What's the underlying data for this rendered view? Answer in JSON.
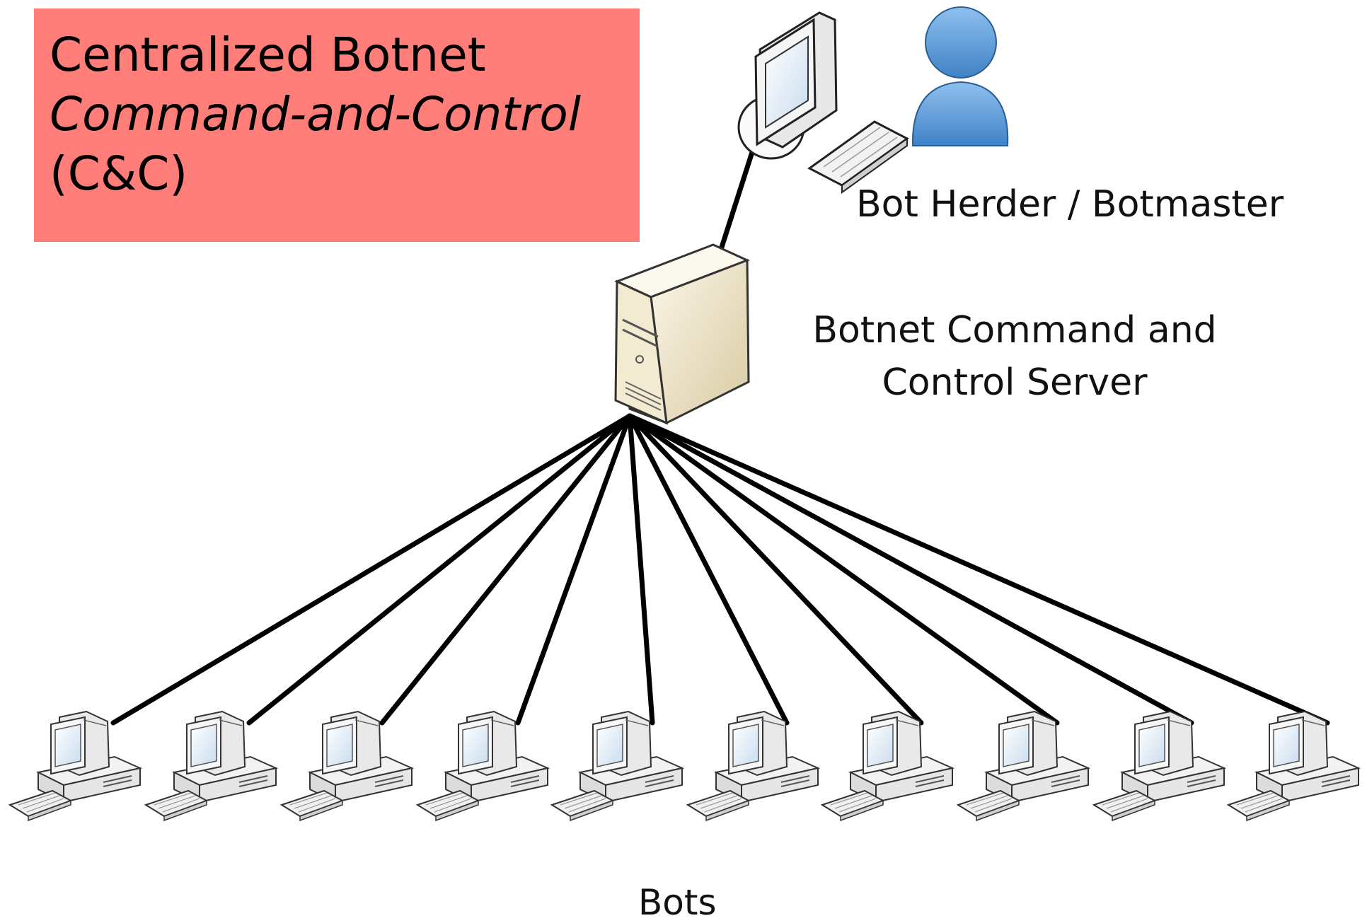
{
  "title": {
    "line1": "Centralized Botnet",
    "line2": "Command-and-Control",
    "line3": "(C&C)"
  },
  "labels": {
    "herder": "Bot Herder / Botmaster",
    "server_line1": "Botnet Command and",
    "server_line2": "Control Server",
    "bots": "Bots"
  },
  "colors": {
    "title_background": "#ff7e79",
    "person_icon": "#5b9bd5",
    "server_body": "#e8dcc0",
    "line": "#000000"
  },
  "nodes": {
    "herder": {
      "icons": [
        "monitor-icon",
        "keyboard-icon",
        "person-icon"
      ]
    },
    "server": {
      "icon": "server-icon"
    },
    "bots": [
      {
        "icon": "bot-computer-icon"
      },
      {
        "icon": "bot-computer-icon"
      },
      {
        "icon": "bot-computer-icon"
      },
      {
        "icon": "bot-computer-icon"
      },
      {
        "icon": "bot-computer-icon"
      },
      {
        "icon": "bot-computer-icon"
      },
      {
        "icon": "bot-computer-icon"
      },
      {
        "icon": "bot-computer-icon"
      },
      {
        "icon": "bot-computer-icon"
      },
      {
        "icon": "bot-computer-icon"
      }
    ]
  }
}
